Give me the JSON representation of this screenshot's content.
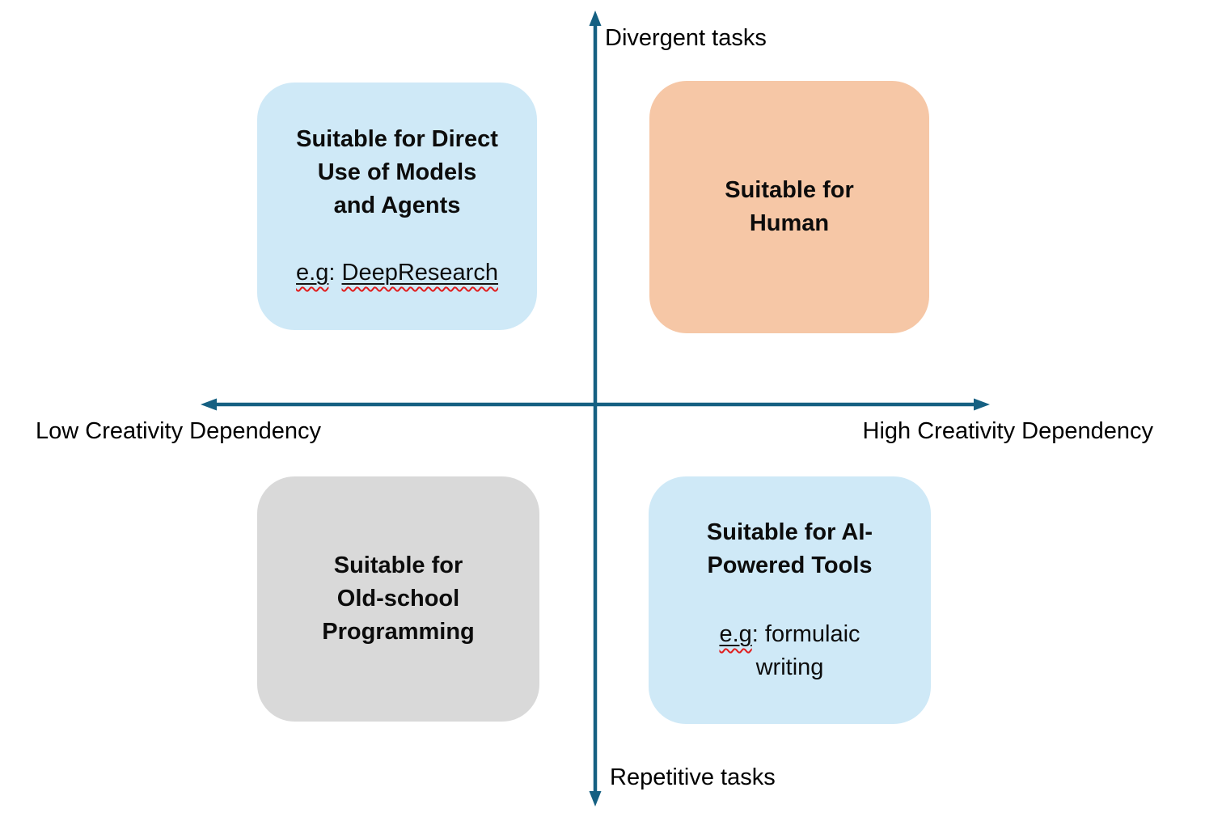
{
  "diagram": {
    "axis_color": "#156082",
    "spellcheck_color": "#E01E1E",
    "y_axis": {
      "top_label": "Divergent tasks",
      "bottom_label": "Repetitive tasks"
    },
    "x_axis": {
      "left_label": "Low Creativity Dependency",
      "right_label": "High Creativity Dependency"
    },
    "quadrants": [
      {
        "position": "top-left",
        "bg_color": "#CFE9F7",
        "title_lines": [
          "Suitable for Direct",
          "Use of Models",
          "and Agents"
        ],
        "example": {
          "eg": "e.g",
          "sep": ": ",
          "term": "DeepResearch"
        }
      },
      {
        "position": "top-right",
        "bg_color": "#F6C7A6",
        "title_lines": [
          "Suitable for",
          "Human"
        ]
      },
      {
        "position": "bottom-left",
        "bg_color": "#D9D9D9",
        "title_lines": [
          "Suitable for",
          "Old-school",
          "Programming"
        ]
      },
      {
        "position": "bottom-right",
        "bg_color": "#CFE9F7",
        "title_lines": [
          "Suitable for AI-",
          "Powered Tools"
        ],
        "example": {
          "eg": "e.g",
          "rest": ": formulaic",
          "line2": "writing"
        }
      }
    ]
  }
}
